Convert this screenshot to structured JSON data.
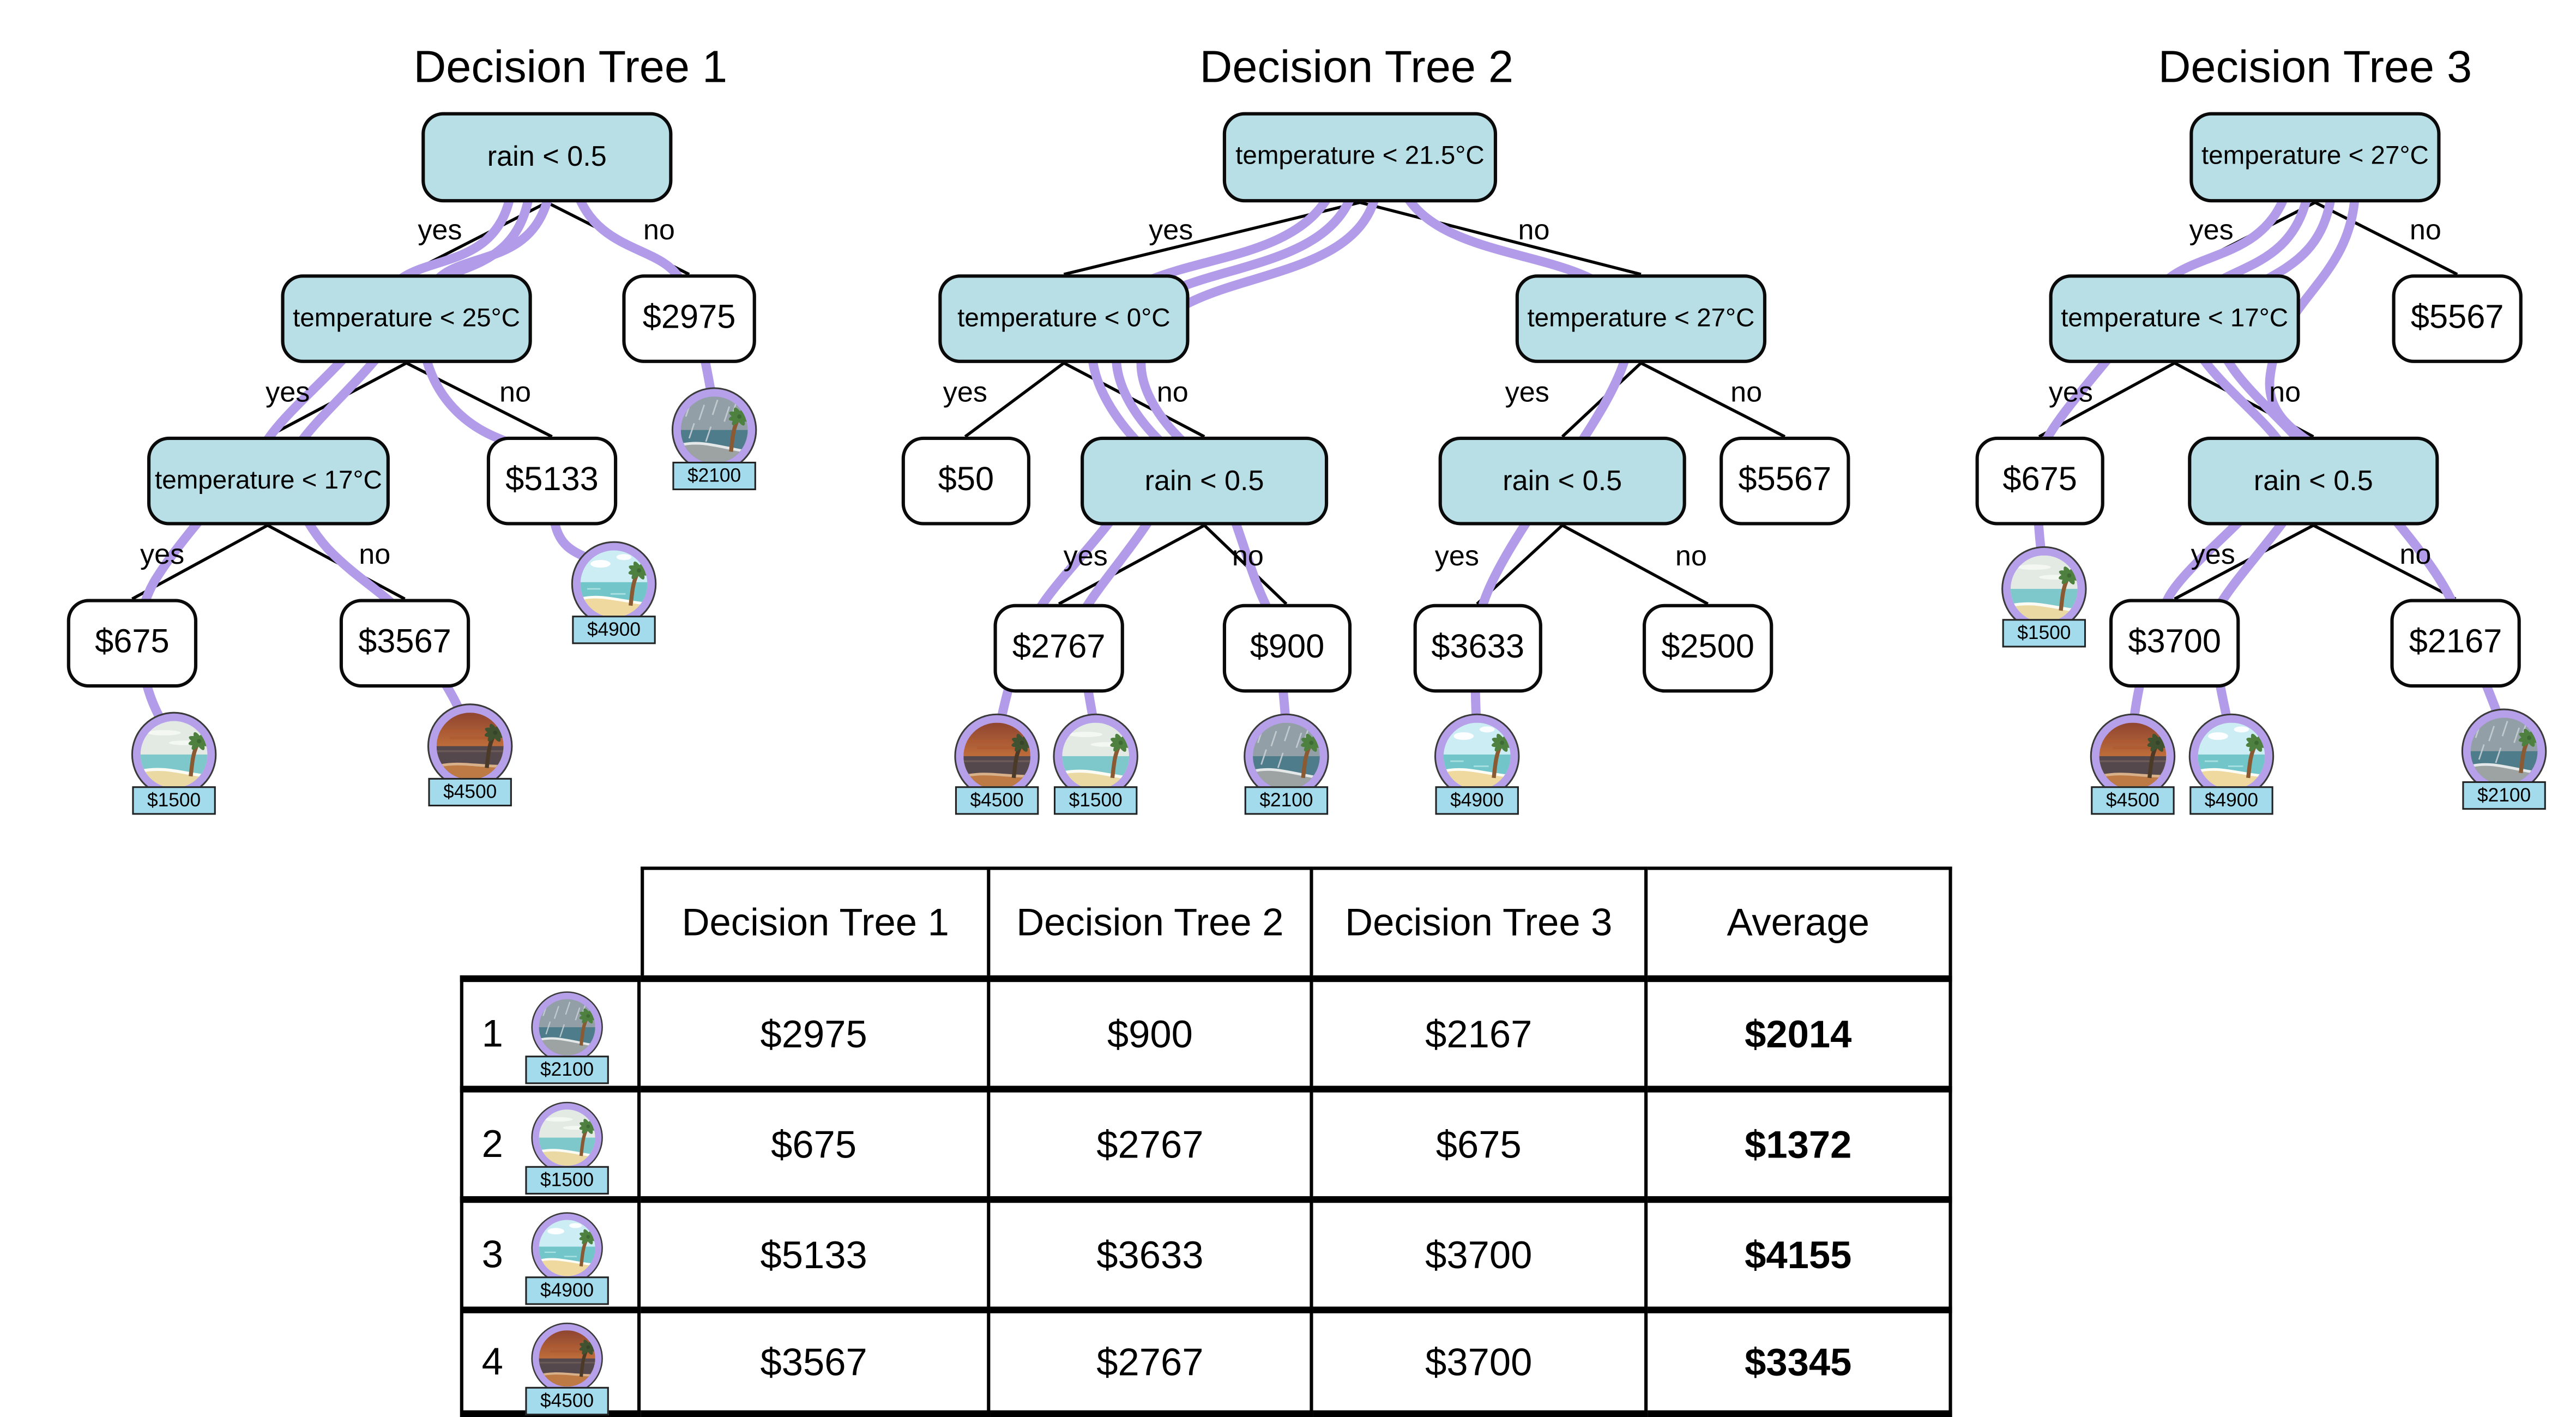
{
  "edge": {
    "yes": "yes",
    "no": "no"
  },
  "tree1": {
    "title": "Decision Tree 1",
    "nodes": {
      "root": "rain < 0.5",
      "l2_left": "temperature < 25°C",
      "l2_right": "$2975",
      "l3_left": "temperature < 17°C",
      "l3_right": "$5133",
      "l4_left": "$675",
      "l4_right": "$3567"
    },
    "leaf_images": {
      "rainy": "$2100",
      "sunny": "$4900",
      "pale": "$1500",
      "sunset": "$4500"
    }
  },
  "tree2": {
    "title": "Decision Tree 2",
    "nodes": {
      "root": "temperature < 21.5°C",
      "l2_left": "temperature < 0°C",
      "l2_right": "temperature < 27°C",
      "l3_a": "$50",
      "l3_b": "rain < 0.5",
      "l3_c": "rain < 0.5",
      "l3_d": "$5567",
      "l4_a": "$2767",
      "l4_b": "$900",
      "l4_c": "$3633",
      "l4_d": "$2500"
    },
    "leaf_images": {
      "sunset": "$4500",
      "pale": "$1500",
      "rainy": "$2100",
      "sunny": "$4900"
    }
  },
  "tree3": {
    "title": "Decision Tree 3",
    "nodes": {
      "root": "temperature < 27°C",
      "l2_left": "temperature < 17°C",
      "l2_right": "$5567",
      "l3_a": "$675",
      "l3_b": "rain < 0.5",
      "l4_a": "$3700",
      "l4_b": "$2167"
    },
    "leaf_images": {
      "pale": "$1500",
      "sunset": "$4500",
      "sunny": "$4900",
      "rainy": "$2100"
    }
  },
  "table": {
    "headers": [
      "Decision Tree 1",
      "Decision Tree 2",
      "Decision Tree 3",
      "Average"
    ],
    "rows": [
      {
        "num": "1",
        "image": "rainy-beach",
        "tag": "$2100",
        "dt1": "$2975",
        "dt2": "$900",
        "dt3": "$2167",
        "avg": "$2014"
      },
      {
        "num": "2",
        "image": "pale-beach",
        "tag": "$1500",
        "dt1": "$675",
        "dt2": "$2767",
        "dt3": "$675",
        "avg": "$1372"
      },
      {
        "num": "3",
        "image": "sunny-beach",
        "tag": "$4900",
        "dt1": "$5133",
        "dt2": "$3633",
        "dt3": "$3700",
        "avg": "$4155"
      },
      {
        "num": "4",
        "image": "sunset-beach",
        "tag": "$4500",
        "dt1": "$3567",
        "dt2": "$2767",
        "dt3": "$3700",
        "avg": "$3345"
      }
    ]
  },
  "colors": {
    "decision_node_fill": "#B8DEE6",
    "ribbon_purple": "#B29CE9",
    "price_tag_fill": "#A4DBEC",
    "image_ring_purple": "#B7A0EA"
  }
}
